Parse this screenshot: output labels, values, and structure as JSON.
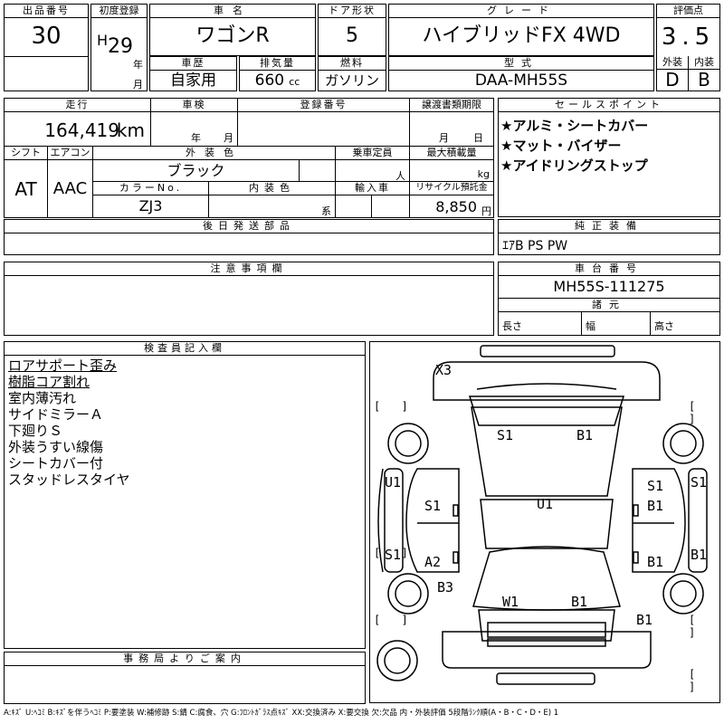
{
  "header": {
    "lot_label": "出品番号",
    "lot": "30",
    "reg_label": "初度登録",
    "era": "H",
    "year": "29",
    "year_unit": "年",
    "month_unit": "月",
    "car_label": "車名",
    "car": "ワゴンR",
    "door_label": "ドア形状",
    "door": "5",
    "grade_label": "グレード",
    "grade": "ハイブリッドFX 4WD",
    "score_label": "評価点",
    "score": "3.5",
    "ext_label": "外装",
    "ext": "D",
    "int_label": "内装",
    "int": "B",
    "hist_label": "車歴",
    "hist": "自家用",
    "disp_label": "排気量",
    "disp": "660",
    "disp_unit": "cc",
    "fuel_label": "燃料",
    "fuel": "ガソリン",
    "model_label": "型式",
    "model": "DAA-MH55S"
  },
  "row2": {
    "mileage_label": "走行",
    "mileage": "164,419",
    "mileage_unit": "km",
    "inspect_label": "車検",
    "inspect_year": "年",
    "inspect_month": "月",
    "regno_label": "登録番号",
    "doc_label": "譲渡書類期限",
    "doc_month": "月",
    "doc_day": "日",
    "shift_label": "シフト",
    "shift": "AT",
    "ac_label": "エアコン",
    "ac": "AAC",
    "color_label": "外装色",
    "color": "ブラック",
    "cap_label": "乗車定員",
    "cap_unit": "人",
    "load_label": "最大積載量",
    "load_unit": "kg",
    "colorno_label": "カラーNo.",
    "colorno": "ZJ3",
    "intcolor_label": "内装色",
    "intcolor_unit": "系",
    "import_label": "輸入車",
    "recycle_label": "リサイクル預託金",
    "recycle": "8,850",
    "recycle_unit": "円",
    "later_label": "後日発送部品"
  },
  "sales": {
    "label": "セールスポイント",
    "points": [
      "★アルミ・シートカバー",
      "★マット・バイザー",
      "★アイドリングストップ"
    ]
  },
  "equip": {
    "label": "純正装備",
    "value": "ｴｱB PS PW"
  },
  "caution": {
    "label": "注意事項欄"
  },
  "chassis": {
    "label": "車台番号",
    "value": "MH55S-111275",
    "dims_label": "諸元",
    "length": "長さ",
    "width": "幅",
    "height": "高さ"
  },
  "inspector": {
    "label": "検査員記入欄",
    "notes": [
      "ロアサポート歪み",
      "樹脂コア割れ",
      "室内薄汚れ",
      "サイドミラーＡ",
      "下廻りＳ",
      "外装うすい線傷",
      "シートカバー付",
      "スタッドレスタイヤ"
    ]
  },
  "office": {
    "label": "事務局よりご案内"
  },
  "diagram": {
    "marks": [
      "X3",
      "S1",
      "B1",
      "U1",
      "S1",
      "U1",
      "S1",
      "B1",
      "S1",
      "S1",
      "A2",
      "B1",
      "B1",
      "B3",
      "W1",
      "B1",
      "B1"
    ],
    "brackets": [
      "[ ]",
      "[ ]",
      "[ ]",
      "[ ]",
      "[ ]",
      "[ ]"
    ]
  },
  "legend": "A:ｷｽﾞ U:ﾍｺﾐ B:ｷｽﾞを伴うﾍｺﾐ P:要塗装 W:補修跡 S:錆 C:腐食、穴 G:ﾌﾛﾝﾄｶﾞﾗｽ点ｷｽﾞ XX:交換済み X:要交換 欠:欠品 内・外装評価 5段階ﾗﾝｸ順(A・B・C・D・E) 1"
}
